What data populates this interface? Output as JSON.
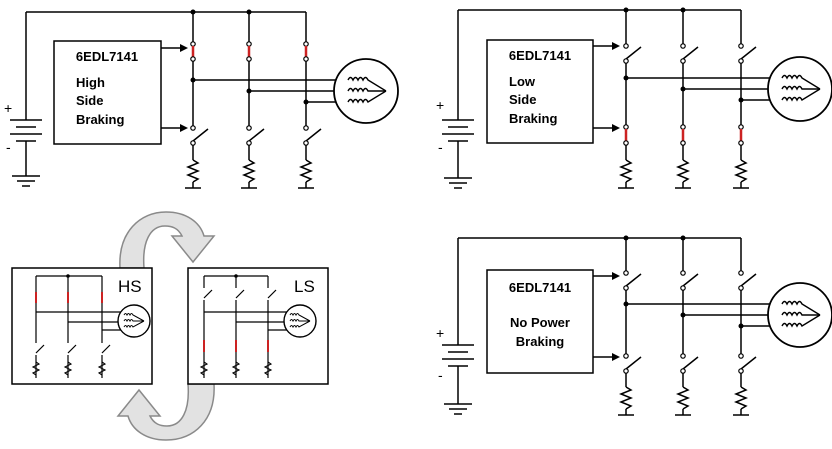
{
  "panels": [
    {
      "chip": "6EDL7141",
      "mode_lines": [
        "High",
        "Side",
        "Braking"
      ],
      "red": "high",
      "battery_plus": "+",
      "battery_minus": "-"
    },
    {
      "chip": "6EDL7141",
      "mode_lines": [
        "Low",
        "Side",
        "Braking"
      ],
      "red": "low",
      "battery_plus": "+",
      "battery_minus": "-"
    },
    {
      "chip": "6EDL7141",
      "mode_lines": [
        "No Power",
        "Braking"
      ],
      "red": "none",
      "battery_plus": "+",
      "battery_minus": "-"
    }
  ],
  "alternation": {
    "left_label": "HS",
    "right_label": "LS"
  },
  "colors": {
    "wire": "#000000",
    "closed_switch": "#cc2222",
    "arrow_fill": "#e2e2e2",
    "arrow_stroke": "#8a8a8a",
    "box_border": "#000000"
  }
}
